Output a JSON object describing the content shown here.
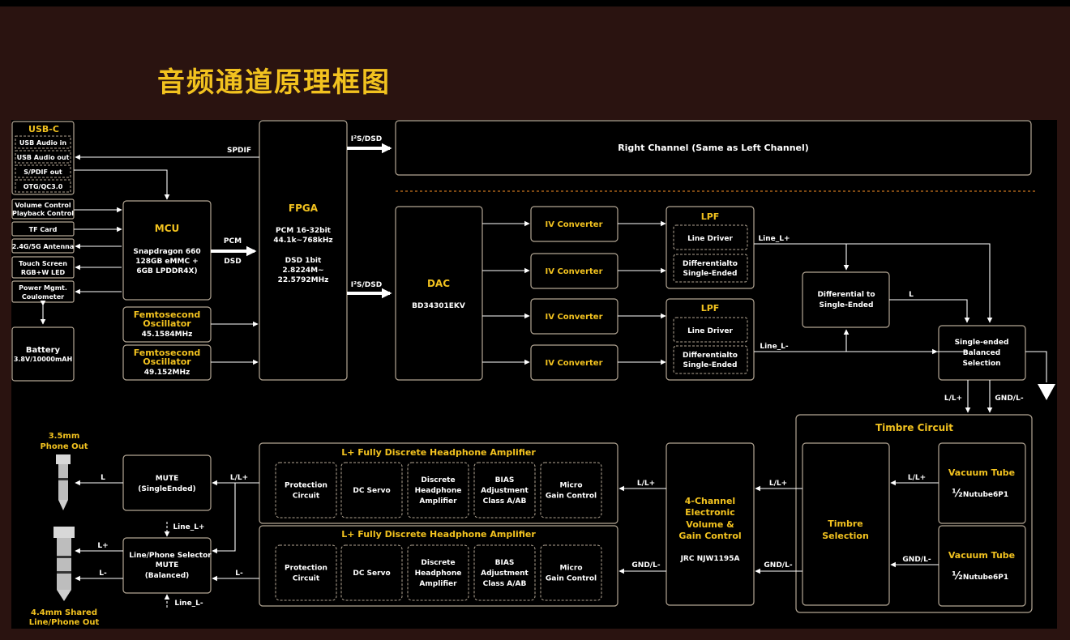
{
  "title": "音频通道原理框图",
  "usb": {
    "title": "USB-C",
    "items": [
      "USB  Audio in",
      "USB  Audio out",
      "S/PDIF out",
      "OTG/QC3.0"
    ]
  },
  "left_items": [
    "Volume Control",
    "Playback Control",
    "TF Card",
    "2.4G/5G Antenna",
    "Touch Screen",
    "RGB+W LED",
    "Power Mgmt.",
    "Coulometer"
  ],
  "battery": {
    "title": "Battery",
    "spec": "3.8V/10000mAH"
  },
  "mcu": {
    "title": "MCU",
    "lines": [
      "Snapdragon 660",
      "128GB eMMC +",
      "6GB LPDDR4X)"
    ]
  },
  "osc1": {
    "title1": "Femtosecond",
    "title2": "Oscillator",
    "freq": "45.1584MHz"
  },
  "osc2": {
    "title1": "Femtosecond",
    "title2": "Oscillator",
    "freq": "49.152MHz"
  },
  "fpga": {
    "title": "FPGA",
    "lines": [
      "PCM 16-32bit",
      "44.1k~768kHz",
      "DSD 1bit",
      "2.8224M~",
      "22.5792MHz"
    ]
  },
  "labels": {
    "spdif": "SPDIF",
    "pcm": "PCM",
    "dsd": "DSD",
    "i2s": "I²S/DSD",
    "line_lp": "Line_L+",
    "line_lm": "Line_L-",
    "l": "L",
    "llp": "L/L+",
    "gndl": "GND/L-",
    "lm": "L-",
    "lp": "L+"
  },
  "right_channel": "Right Channel (Same as Left Channel)",
  "dac": {
    "title": "DAC",
    "chip": "BD34301EKV"
  },
  "iv": "IV Converter",
  "lpf": {
    "title": "LPF",
    "driver": "Line Driver",
    "diff1": "Differentialto",
    "diff2": "Single-Ended"
  },
  "d2s": {
    "l1": "Differential to",
    "l2": "Single-Ended"
  },
  "sel": {
    "l1": "Single-ended",
    "l2": "Balanced",
    "l3": "Selection"
  },
  "timbre": {
    "title": "Timbre Circuit",
    "sel1": "Timbre",
    "sel2": "Selection",
    "tube": "Vacuum Tube",
    "half": "½",
    "tube_part": "Nutube6P1"
  },
  "vol": {
    "l1": "4-Channel",
    "l2": "Electronic",
    "l3": "Volume &",
    "l4": "Gain Control",
    "chip": "JRC NJW1195A"
  },
  "amp": {
    "title": "L+ Fully Discrete Headphone Amplifier",
    "cells": [
      [
        "Protection",
        "Circuit"
      ],
      [
        "DC Servo"
      ],
      [
        "Discrete",
        "Headphone",
        "Amplifier"
      ],
      [
        "BIAS",
        "Adjustment",
        "Class A/AB"
      ],
      [
        "Micro",
        "Gain Control"
      ]
    ]
  },
  "mute1": {
    "l1": "MUTE",
    "l2": "(SingleEnded)"
  },
  "mute2": {
    "l1": "Line/Phone Selector",
    "l2": "MUTE",
    "l3": "(Balanced)"
  },
  "jack1": {
    "l1": "3.5mm",
    "l2": "Phone Out"
  },
  "jack2": {
    "l1": "4.4mm Shared",
    "l2": "Line/Phone Out"
  }
}
